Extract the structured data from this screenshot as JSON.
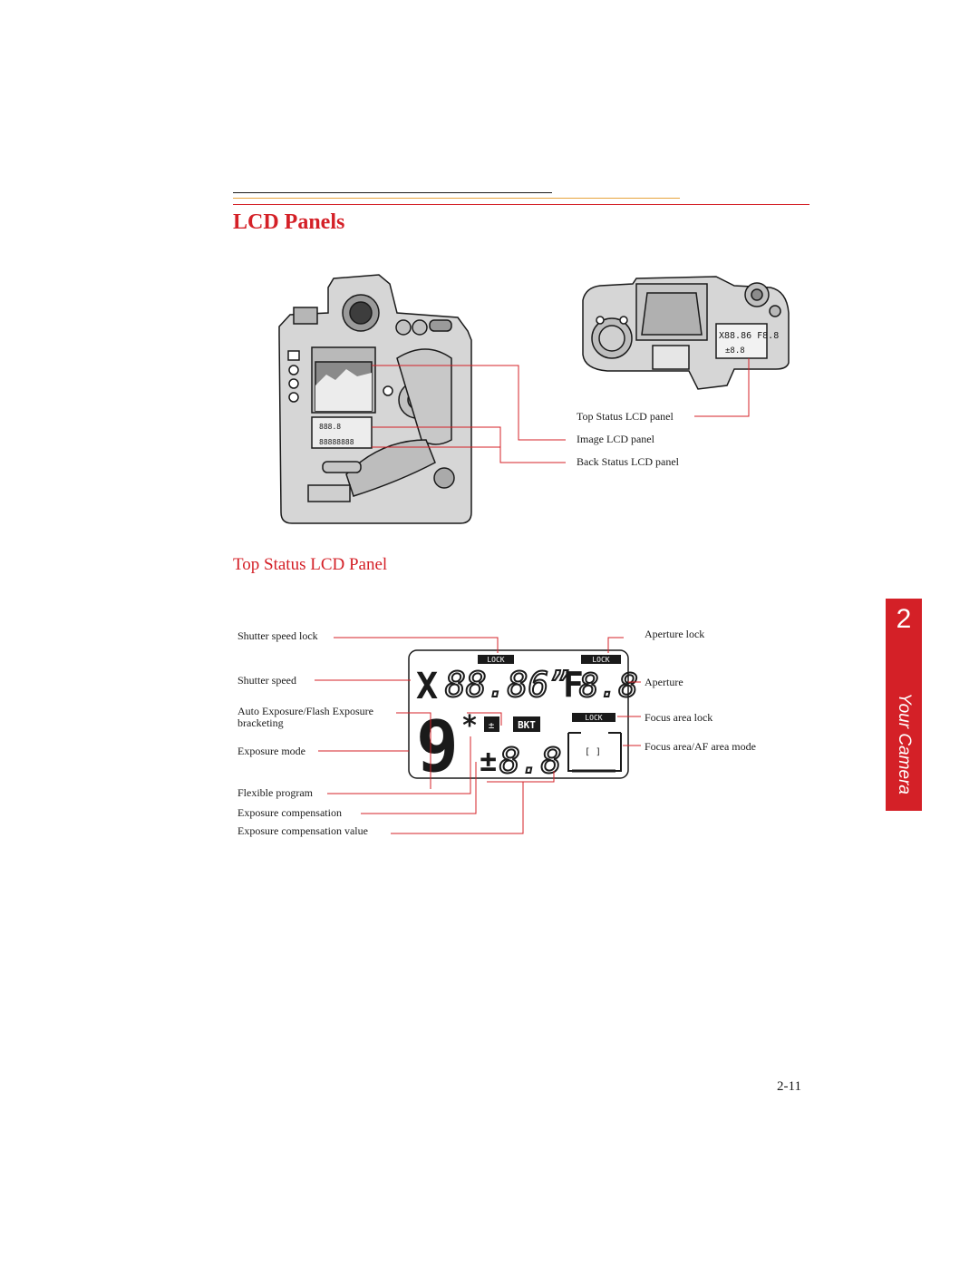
{
  "page": {
    "title": "LCD Panels",
    "subtitle": "Top Status LCD Panel",
    "page_number": "2-11"
  },
  "side_tab": {
    "number": "2",
    "label": "Your Camera"
  },
  "camera_figure": {
    "callouts": [
      "Top Status LCD panel",
      "Image LCD panel",
      "Back Status LCD panel"
    ]
  },
  "lcd_figure": {
    "left_callouts": [
      "Shutter speed lock",
      "Shutter speed",
      "Auto Exposure/Flash Exposure bracketing",
      "Exposure mode",
      "Flexible program",
      "Exposure compensation",
      "Exposure compensation value"
    ],
    "right_callouts": [
      "Aperture lock",
      "Aperture",
      "Focus area lock",
      "Focus area/AF area mode"
    ],
    "display": {
      "lock_label": "LOCK",
      "bkt_label": "BKT",
      "x_glyph": "X",
      "shutter_digits": "88.86”",
      "f_glyph": "F",
      "aperture_digits": "8.8",
      "mode_glyph": "9",
      "flex_glyph": "*",
      "comp_sign": "±",
      "comp_digits": "8.8",
      "focus_bracket": "[ ]"
    }
  },
  "colors": {
    "accent": "#d42027",
    "rule_orange": "#e8a33c",
    "ink": "#1a1a1a"
  }
}
